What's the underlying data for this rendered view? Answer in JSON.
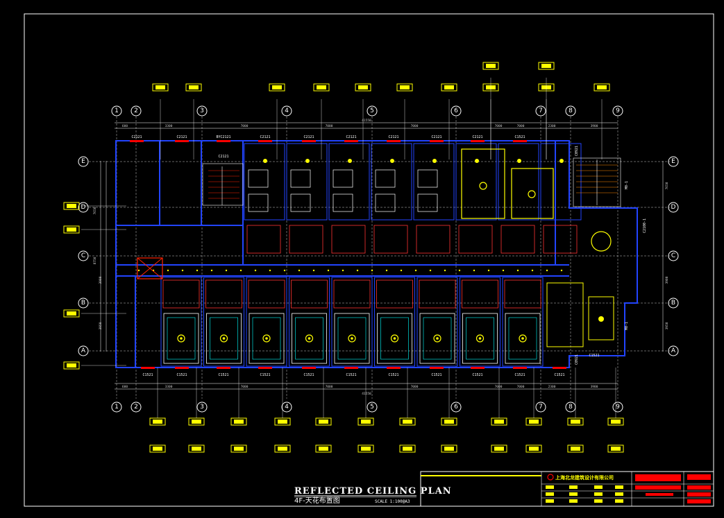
{
  "drawing": {
    "title": "REFLECTED CEILING PLAN",
    "subtitle": "4F-天花布置图",
    "scale": "SCALE 1:100@A3"
  },
  "grid": {
    "columns": [
      "1",
      "2",
      "3",
      "4",
      "5",
      "6",
      "7",
      "8",
      "9"
    ],
    "rows": [
      "E",
      "D",
      "C",
      "B",
      "A"
    ]
  },
  "dimensions": {
    "top_segments": [
      "3300",
      "7000",
      "7000",
      "7000",
      "7000",
      "7000",
      "2300",
      "3900"
    ],
    "bottom_segments": [
      "3300",
      "7000",
      "7000",
      "7000",
      "7000",
      "7000",
      "2300",
      "3900"
    ],
    "total": "41550",
    "left_first": "600",
    "side": [
      "7650",
      "8750",
      "3900",
      "3950"
    ],
    "right": [
      "7650",
      "3900",
      "3950"
    ]
  },
  "window_codes": {
    "top": [
      "C2121",
      "C2121",
      "BYC2121",
      "C2121",
      "C2121",
      "C2121",
      "C2121",
      "C2121",
      "C2121",
      "C1521"
    ],
    "bottom": [
      "C1521",
      "C1521",
      "C1521",
      "C1521",
      "C1521",
      "C1521",
      "C1521",
      "C1521",
      "C1521",
      "C1521",
      "C1521",
      "C1521",
      "C1521"
    ],
    "vertical": [
      "C0921",
      "M0-1",
      "C2100-1",
      "M0-1",
      "C0921",
      "C1521"
    ]
  },
  "stair_label": "C2121",
  "title_block": {
    "company": "上海北龙建筑设计有限公司"
  },
  "colors": {
    "background": "#000000",
    "frame": "#ffffff",
    "walls": "#2244ff",
    "fixtures": "#ffff00",
    "highlight": "#ff0000",
    "accent": "#00ffff"
  }
}
